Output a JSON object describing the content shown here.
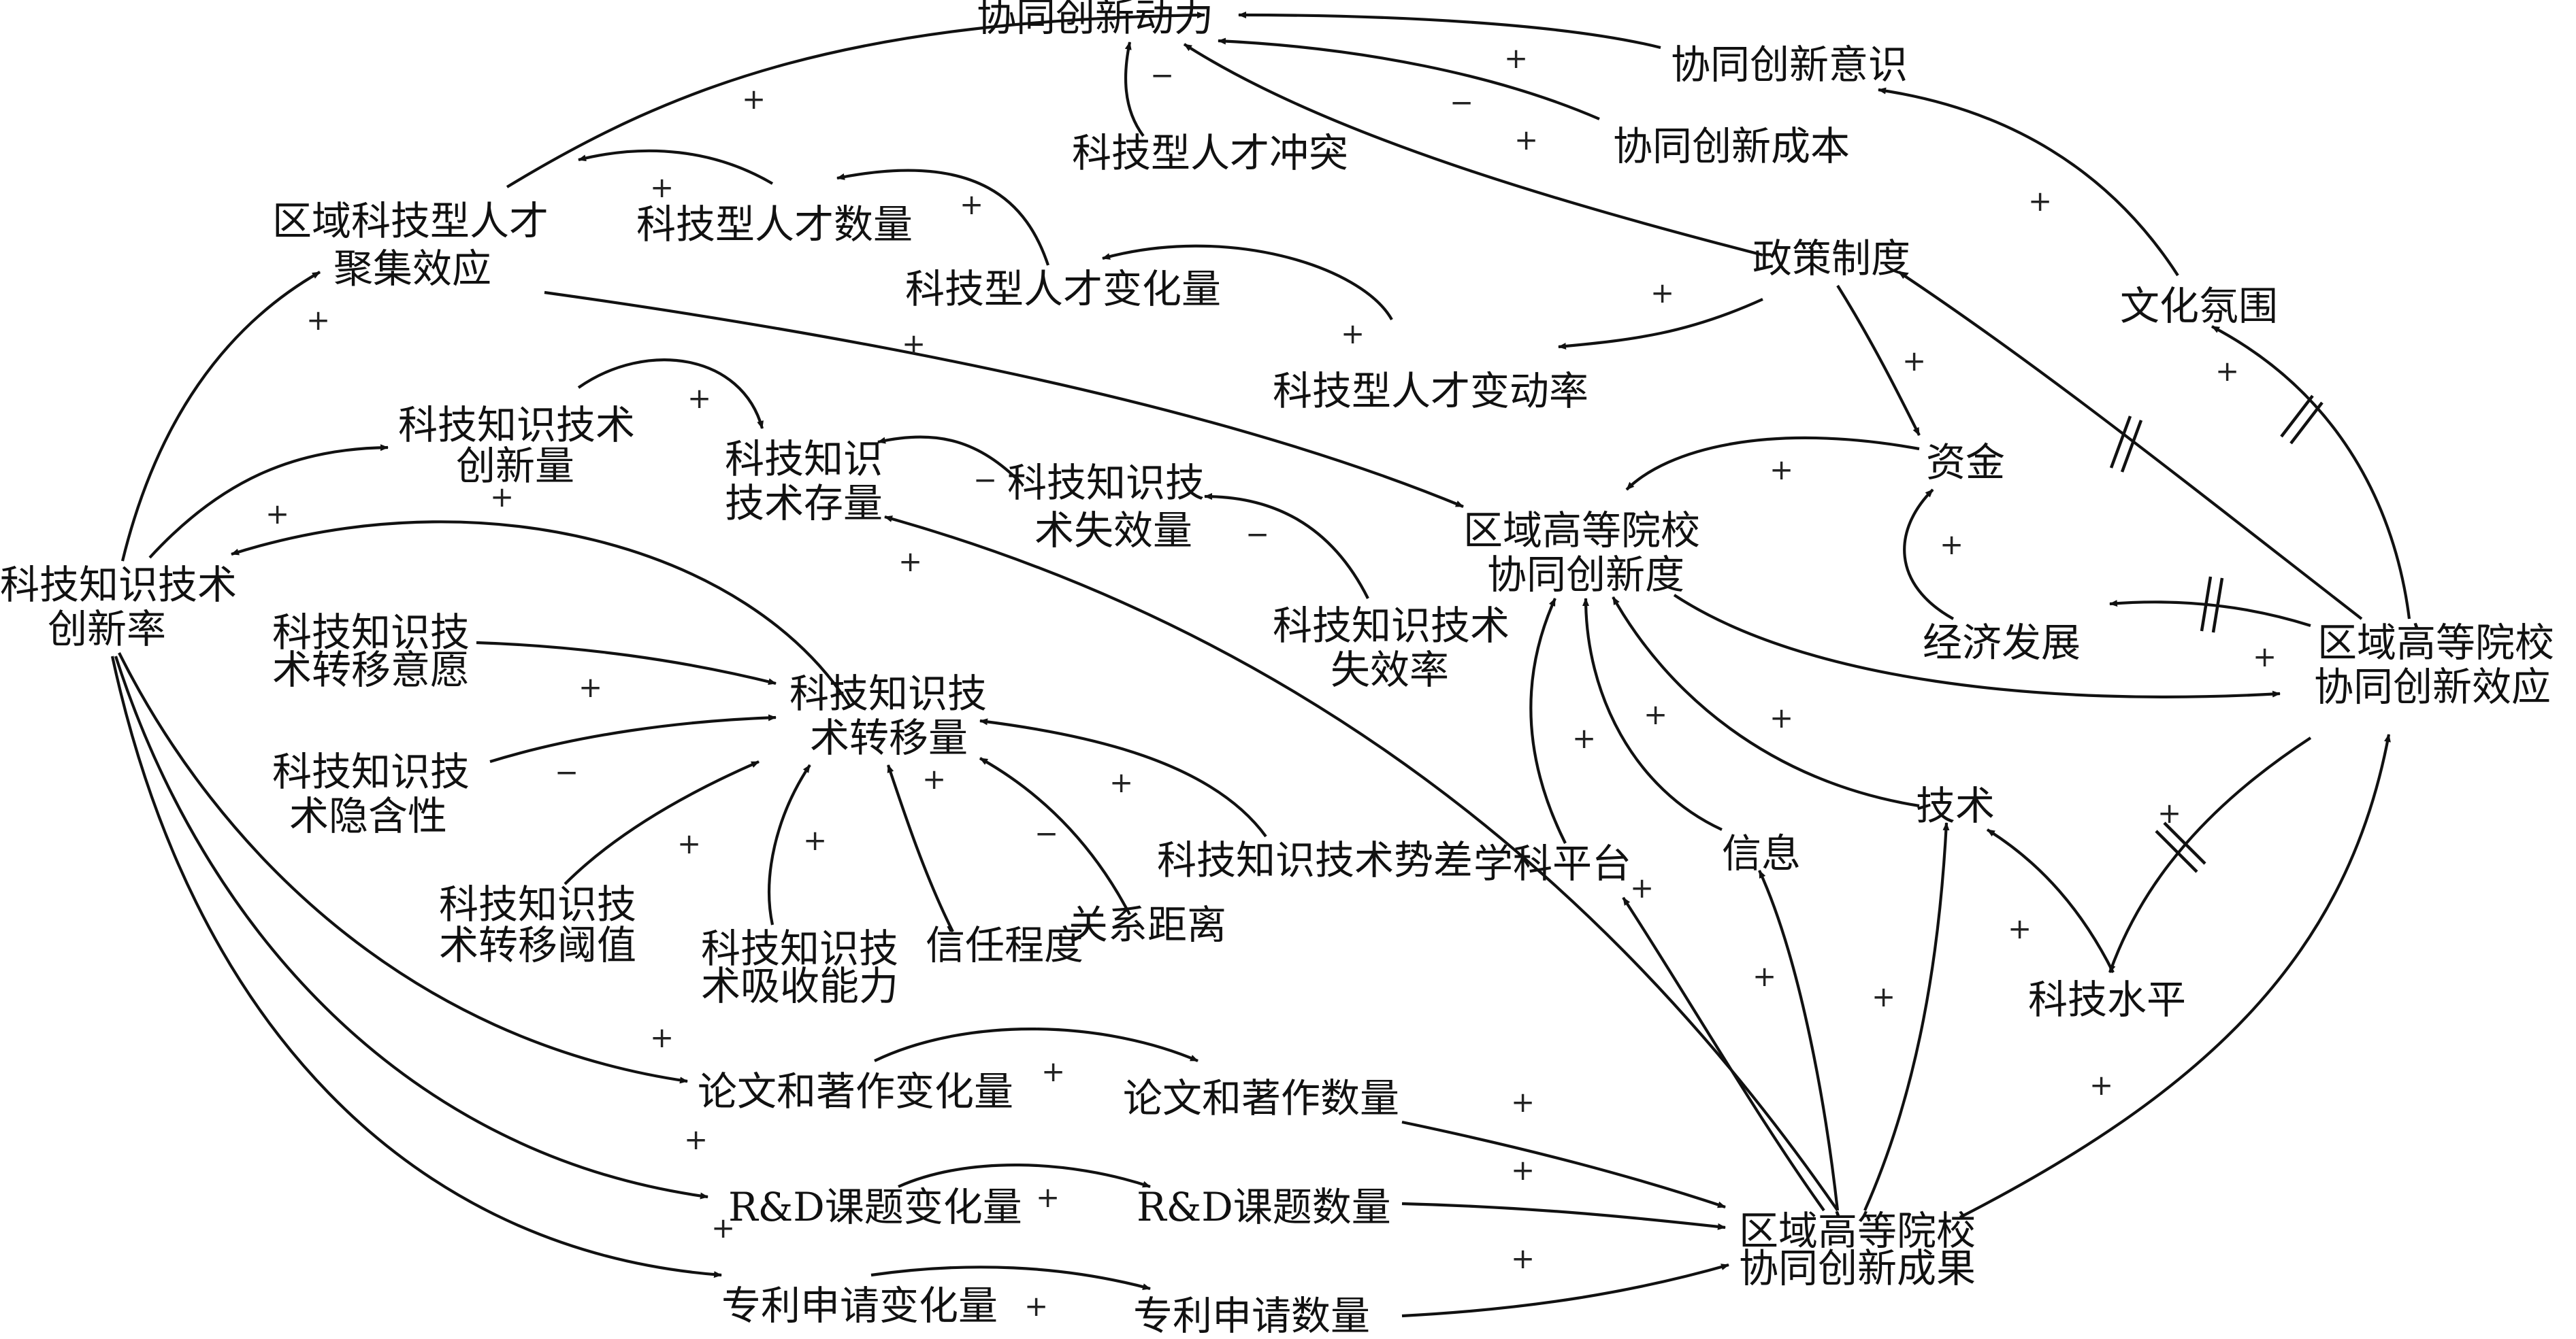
{
  "nodes": {
    "synergy_motivation": "协同创新动力",
    "synergy_awareness": "协同创新意识",
    "talent_conflict": "科技型人才冲突",
    "synergy_cost": "协同创新成本",
    "talent_cluster_l1": "区域科技型人才",
    "talent_cluster_l2": "聚集效应",
    "talent_count": "科技型人才数量",
    "talent_change": "科技型人才变化量",
    "policy": "政策制度",
    "culture": "文化氛围",
    "talent_change_rate": "科技型人才变动率",
    "kt_innov_amount_l1": "科技知识技术",
    "kt_innov_amount_l2": "创新量",
    "kt_stock_l1": "科技知识",
    "kt_stock_l2": "技术存量",
    "kt_loss_l1": "科技知识技",
    "kt_loss_l2": "术失效量",
    "funds": "资金",
    "synergy_degree_l1": "区域高等院校",
    "synergy_degree_l2": "协同创新度",
    "innov_rate_l1": "科技知识技术",
    "innov_rate_l2": "创新率",
    "transfer_will_l1": "科技知识技",
    "transfer_will_l2": "术转移意愿",
    "transfer_amount_l1": "科技知识技",
    "transfer_amount_l2": "术转移量",
    "loss_rate_l1": "科技知识技术",
    "loss_rate_l2": "失效率",
    "economy": "经济发展",
    "synergy_effect_l1": "区域高等院校",
    "synergy_effect_l2": "协同创新效应",
    "tacitness_l1": "科技知识技",
    "tacitness_l2": "术隐含性",
    "technology": "技术",
    "gap": "科技知识技术势差",
    "platform": "学科平台",
    "information": "信息",
    "threshold_l1": "科技知识技",
    "threshold_l2": "术转移阈值",
    "absorb_l1": "科技知识技",
    "absorb_l2": "术吸收能力",
    "trust": "信任程度",
    "distance": "关系距离",
    "sci_level": "科技水平",
    "paper_change": "论文和著作变化量",
    "paper_count": "论文和著作数量",
    "rd_change": "R&D课题变化量",
    "rd_count": "R&D课题数量",
    "outcome_l1": "区域高等院校",
    "outcome_l2": "协同创新成果",
    "patent_change": "专利申请变化量",
    "patent_count": "专利申请数量"
  },
  "signs": {
    "s1": "+",
    "s2": "−",
    "s3": "+",
    "s4": "−",
    "s5": "+",
    "s6": "+",
    "s7": "+",
    "s8": "+",
    "s9": "+",
    "s10": "+",
    "s11": "+",
    "s12": "+",
    "s13": "+",
    "s14": "+",
    "s15": "+",
    "s16": "−",
    "s17": "−",
    "s18": "+",
    "s19": "+",
    "s20": "+",
    "s21": "+",
    "s22": "−",
    "s23": "+",
    "s24": "+",
    "s25": "+",
    "s26": "−",
    "s27": "+",
    "s28": "+",
    "s29": "+",
    "s30": "+",
    "s31": "+",
    "s32": "+",
    "s33": "+",
    "s34": "+",
    "s35": "+",
    "s36": "+",
    "s37": "+",
    "s38": "+",
    "s39": "+",
    "s40": "+",
    "s41": "+",
    "s42": "+",
    "s43": "+",
    "s44": "+",
    "s45": "+",
    "s46": "+",
    "s47": "+",
    "s48": "+"
  }
}
